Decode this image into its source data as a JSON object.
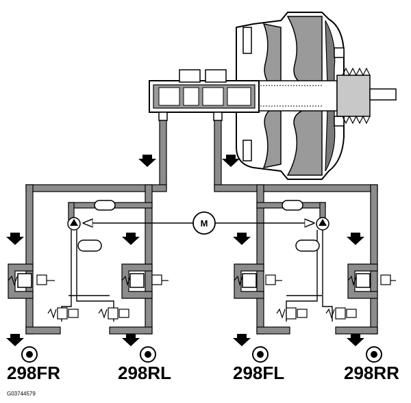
{
  "diagram": {
    "motor_label": "M",
    "figure_code": "G03744579",
    "wheels": [
      {
        "id": "FR",
        "label": "298FR"
      },
      {
        "id": "RL",
        "label": "298RL"
      },
      {
        "id": "FL",
        "label": "298FL"
      },
      {
        "id": "RR",
        "label": "298RR"
      }
    ],
    "colors": {
      "line": "#000000",
      "pipe_fill": "#8c8c8c",
      "chamber_fill": "#9a9a9a",
      "background": "#ffffff"
    }
  }
}
